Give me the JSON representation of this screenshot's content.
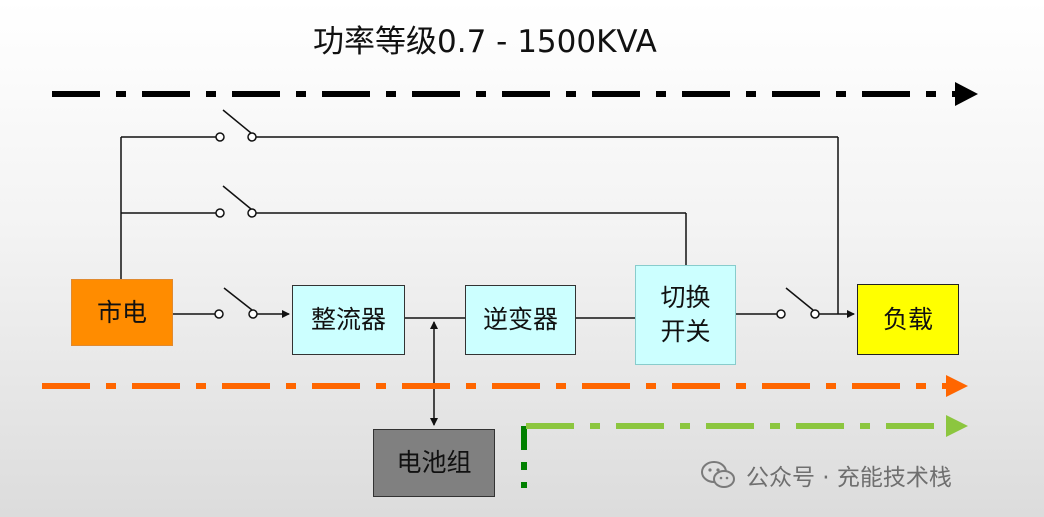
{
  "title": "功率等级0.7 - 1500KVA",
  "blocks": {
    "mains": "市电",
    "rectifier": "整流器",
    "inverter": "逆变器",
    "transfer_switch": "切换\n开关",
    "load": "负载",
    "battery": "电池组"
  },
  "colors": {
    "mains": "#ff8c00",
    "converter": "#ccffff",
    "load": "#ffff00",
    "battery": "#808080",
    "bypass_path": "#000000",
    "normal_path": "#ff6600",
    "battery_path": "#8cc63f",
    "battery_path_start": "#008000"
  },
  "watermark": {
    "icon": "wechat-icon",
    "text": "公众号 · 充能技术栈"
  }
}
